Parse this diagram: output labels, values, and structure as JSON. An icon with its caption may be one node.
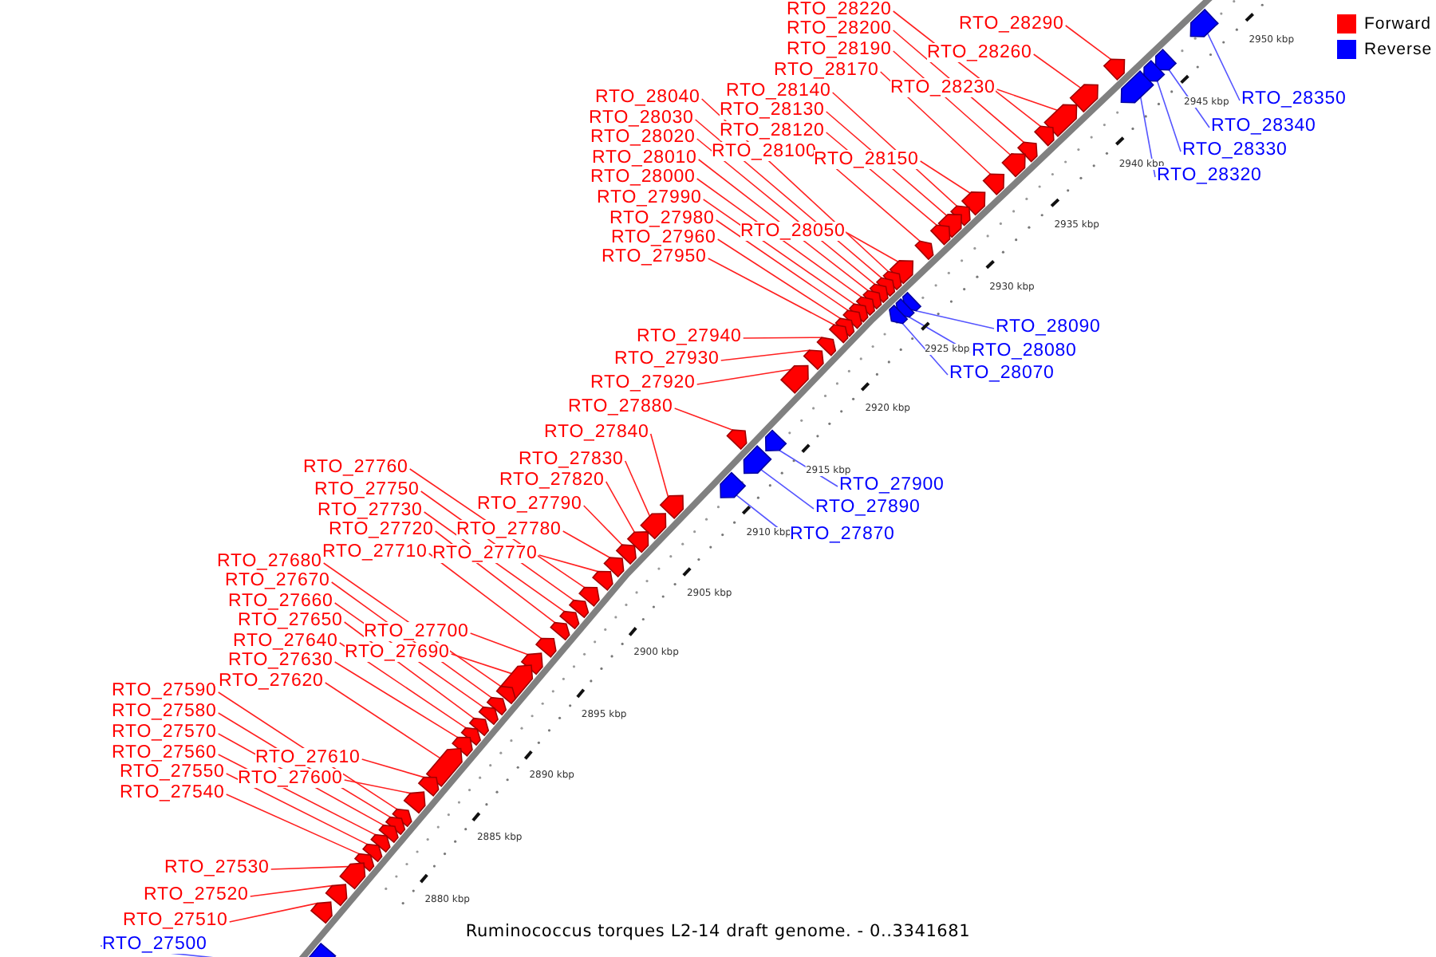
{
  "diagram": {
    "caption": "Ruminococcus torques L2-14 draft genome. - 0..3341681",
    "nodes": [
      {
        "text": [
          "RTO_28220"
        ]
      },
      {
        "text": [
          "RTO_28290"
        ]
      },
      {
        "text": [
          "RTO_28200"
        ]
      },
      {
        "text": [
          "RTO_28190"
        ]
      },
      {
        "text": [
          "RTO_28260"
        ]
      },
      {
        "text": [
          "RTO_28170"
        ]
      },
      {
        "text": [
          "RTO_28230"
        ]
      },
      {
        "text": [
          "RTO_28140"
        ]
      },
      {
        "text": [
          "RTO_28040"
        ]
      },
      {
        "text": [
          "RTO_28350"
        ]
      },
      {
        "text": [
          "RTO_28130"
        ]
      },
      {
        "text": [
          "RTO_28030"
        ]
      },
      {
        "text": [
          "RTO_28340"
        ]
      },
      {
        "text": [
          "RTO_28120"
        ]
      },
      {
        "text": [
          "RTO_28020"
        ]
      },
      {
        "text": [
          "RTO_28330"
        ]
      },
      {
        "text": [
          "RTO_28100"
        ]
      },
      {
        "text": [
          "RTO_28010"
        ]
      },
      {
        "text": [
          "RTO_28150"
        ]
      },
      {
        "text": [
          "RTO_28320"
        ]
      },
      {
        "text": [
          "RTO_28000"
        ]
      },
      {
        "text": [
          "RTO_27990"
        ]
      },
      {
        "text": [
          "RTO_27980"
        ]
      },
      {
        "text": [
          "RTO_28050"
        ]
      },
      {
        "text": [
          "RTO_27960"
        ]
      },
      {
        "text": [
          "RTO_27950"
        ]
      },
      {
        "text": [
          "RTO_28090"
        ]
      },
      {
        "text": [
          "RTO_27940"
        ]
      },
      {
        "text": [
          "RTO_28080"
        ]
      },
      {
        "text": [
          "RTO_27930"
        ]
      },
      {
        "text": [
          "RTO_28070"
        ]
      },
      {
        "text": [
          "RTO_27920"
        ]
      },
      {
        "text": [
          "RTO_27880"
        ]
      },
      {
        "text": [
          "RTO_27840"
        ]
      },
      {
        "text": [
          "RTO_27830"
        ]
      },
      {
        "text": [
          "RTO_27760"
        ]
      },
      {
        "text": [
          "RTO_27820"
        ]
      },
      {
        "text": [
          "RTO_27900"
        ]
      },
      {
        "text": [
          "RTO_27750"
        ]
      },
      {
        "text": [
          "RTO_27790"
        ]
      },
      {
        "text": [
          "RTO_27890"
        ]
      },
      {
        "text": [
          "RTO_27730"
        ]
      },
      {
        "text": [
          "RTO_27780"
        ]
      },
      {
        "text": [
          "RTO_27720"
        ]
      },
      {
        "text": [
          "RTO_27870"
        ]
      },
      {
        "text": [
          "RTO_27710"
        ]
      },
      {
        "text": [
          "RTO_27770"
        ]
      },
      {
        "text": [
          "RTO_27680"
        ]
      },
      {
        "text": [
          "RTO_27670"
        ]
      },
      {
        "text": [
          "RTO_27660"
        ]
      },
      {
        "text": [
          "RTO_27650"
        ]
      },
      {
        "text": [
          "RTO_27700"
        ]
      },
      {
        "text": [
          "RTO_27640"
        ]
      },
      {
        "text": [
          "RTO_27690"
        ]
      },
      {
        "text": [
          "RTO_27630"
        ]
      },
      {
        "text": [
          "RTO_27620"
        ]
      },
      {
        "text": [
          "RTO_27590"
        ]
      },
      {
        "text": [
          "RTO_27580"
        ]
      },
      {
        "text": [
          "RTO_27570"
        ]
      },
      {
        "text": [
          "RTO_27560"
        ]
      },
      {
        "text": [
          "RTO_27610"
        ]
      },
      {
        "text": [
          "RTO_27550"
        ]
      },
      {
        "text": [
          "RTO_27600"
        ]
      },
      {
        "text": [
          "RTO_27540"
        ]
      },
      {
        "text": [
          "RTO_27530"
        ]
      },
      {
        "text": [
          "RTO_27520"
        ]
      },
      {
        "text": [
          "RTO_27510"
        ]
      },
      {
        "text": [
          "RTO_27500"
        ]
      },
      {
        "text": [],
        "shape": "pentagon"
      },
      {
        "text": [],
        "shape": "pentagon"
      },
      {
        "text": [],
        "shape": "pentagon"
      },
      {
        "text": [],
        "shape": "pentagon"
      },
      {
        "text": [],
        "shape": "pentagon"
      },
      {
        "text": [],
        "shape": "pentagon"
      },
      {
        "text": [],
        "shape": "pentagon"
      },
      {
        "text": [],
        "shape": "pentagon"
      },
      {
        "text": [],
        "shape": "pentagon"
      },
      {
        "text": [],
        "shape": "pentagon"
      },
      {
        "text": [],
        "shape": "pentagon"
      },
      {
        "text": [],
        "shape": "pentagon"
      },
      {
        "text": [],
        "shape": "pentagon"
      },
      {
        "text": [],
        "shape": "pentagon"
      },
      {
        "text": [],
        "shape": "pentagon"
      },
      {
        "text": [],
        "shape": "pentagon"
      },
      {
        "text": [],
        "shape": "pentagon"
      },
      {
        "text": [],
        "shape": "pentagon"
      },
      {
        "text": [],
        "shape": "pentagon"
      },
      {
        "text": [],
        "shape": "pentagon"
      },
      {
        "text": [],
        "shape": "pentagon"
      },
      {
        "text": [],
        "shape": "pentagon"
      },
      {
        "text": [],
        "shape": "pentagon"
      },
      {
        "text": [],
        "shape": "pentagon"
      },
      {
        "text": [],
        "shape": "pentagon"
      },
      {
        "text": [],
        "shape": "pentagon"
      },
      {
        "text": [],
        "shape": "pentagon"
      },
      {
        "text": [],
        "shape": "pentagon"
      },
      {
        "text": [],
        "shape": "pentagon"
      },
      {
        "text": [],
        "shape": "pentagon"
      },
      {
        "text": [],
        "shape": "pentagon"
      },
      {
        "text": [],
        "shape": "pentagon"
      },
      {
        "text": [],
        "shape": "pentagon"
      },
      {
        "text": [],
        "shape": "pentagon"
      },
      {
        "text": [],
        "shape": "pentagon"
      },
      {
        "text": [],
        "shape": "pentagon"
      },
      {
        "text": [],
        "shape": "pentagon"
      },
      {
        "text": [],
        "shape": "pentagon"
      },
      {
        "text": [],
        "shape": "pentagon"
      },
      {
        "text": [],
        "shape": "pentagon"
      },
      {
        "text": [],
        "shape": "pentagon"
      },
      {
        "text": [],
        "shape": "pentagon"
      },
      {
        "text": [],
        "shape": "pentagon"
      },
      {
        "text": [],
        "shape": "pentagon"
      },
      {
        "text": [],
        "shape": "pentagon"
      },
      {
        "text": [],
        "shape": "pentagon"
      },
      {
        "text": [],
        "shape": "pentagon"
      },
      {
        "text": [],
        "shape": "pentagon"
      },
      {
        "text": [],
        "shape": "pentagon"
      },
      {
        "text": [],
        "shape": "pentagon"
      },
      {
        "text": [],
        "shape": "pentagon"
      },
      {
        "text": [],
        "shape": "pentagon"
      },
      {
        "text": [],
        "shape": "pentagon"
      },
      {
        "text": [],
        "shape": "pentagon"
      },
      {
        "text": [],
        "shape": "pentagon"
      },
      {
        "text": [],
        "shape": "pentagon"
      },
      {
        "text": [],
        "shape": "pentagon"
      },
      {
        "text": [],
        "shape": "pentagon"
      },
      {
        "text": [],
        "shape": "pentagon"
      },
      {
        "text": [],
        "shape": "pentagon"
      },
      {
        "text": [],
        "shape": "pentagon"
      },
      {
        "text": [],
        "shape": "pentagon"
      },
      {
        "text": [],
        "shape": "pentagon"
      },
      {
        "text": [],
        "shape": "pentagon"
      },
      {
        "text": [],
        "shape": "pentagon"
      },
      {
        "text": [],
        "shape": "pentagon"
      },
      {
        "text": [],
        "shape": "pentagon"
      },
      {
        "text": [],
        "shape": "pentagon"
      }
    ],
    "edges": [
      {
        "from": 0,
        "to": 75,
        "arrow": "none"
      },
      {
        "from": 1,
        "to": 71,
        "arrow": "none"
      },
      {
        "from": 2,
        "to": 76,
        "arrow": "none"
      },
      {
        "from": 3,
        "to": 77,
        "arrow": "none"
      },
      {
        "from": 4,
        "to": 73,
        "arrow": "none"
      },
      {
        "from": 5,
        "to": 78,
        "arrow": "none"
      },
      {
        "from": 6,
        "to": 74,
        "arrow": "none"
      },
      {
        "from": 7,
        "to": 80,
        "arrow": "none"
      },
      {
        "from": 8,
        "to": 85,
        "arrow": "none"
      },
      {
        "from": 9,
        "to": 68,
        "arrow": "none",
        "color": "#5555ff"
      },
      {
        "from": 10,
        "to": 81,
        "arrow": "none"
      },
      {
        "from": 11,
        "to": 87,
        "arrow": "none"
      },
      {
        "from": 12,
        "to": 69,
        "arrow": "none",
        "color": "#5555ff"
      },
      {
        "from": 13,
        "to": 82,
        "arrow": "none"
      },
      {
        "from": 14,
        "to": 89,
        "arrow": "none"
      },
      {
        "from": 15,
        "to": 70,
        "arrow": "none",
        "color": "#5555ff"
      },
      {
        "from": 16,
        "to": 83,
        "arrow": "none"
      },
      {
        "from": 17,
        "to": 91,
        "arrow": "none"
      },
      {
        "from": 18,
        "to": 79,
        "arrow": "none"
      },
      {
        "from": 19,
        "to": 72,
        "arrow": "none",
        "color": "#5555ff"
      },
      {
        "from": 20,
        "to": 92,
        "arrow": "none"
      },
      {
        "from": 21,
        "to": 93,
        "arrow": "none"
      },
      {
        "from": 22,
        "to": 94,
        "arrow": "none"
      },
      {
        "from": 23,
        "to": 84,
        "arrow": "none"
      },
      {
        "from": 24,
        "to": 95,
        "arrow": "none"
      },
      {
        "from": 25,
        "to": 96,
        "arrow": "none"
      },
      {
        "from": 26,
        "to": 86,
        "arrow": "none",
        "color": "#5555ff"
      },
      {
        "from": 27,
        "to": 97,
        "arrow": "none"
      },
      {
        "from": 28,
        "to": 88,
        "arrow": "none",
        "color": "#5555ff"
      },
      {
        "from": 29,
        "to": 98,
        "arrow": "none"
      },
      {
        "from": 30,
        "to": 90,
        "arrow": "none",
        "color": "#5555ff"
      },
      {
        "from": 31,
        "to": 99,
        "arrow": "none"
      },
      {
        "from": 32,
        "to": 101,
        "arrow": "none"
      },
      {
        "from": 33,
        "to": 104,
        "arrow": "none"
      },
      {
        "from": 34,
        "to": 105,
        "arrow": "none"
      },
      {
        "from": 35,
        "to": 110,
        "arrow": "none"
      },
      {
        "from": 36,
        "to": 106,
        "arrow": "none"
      },
      {
        "from": 37,
        "to": 100,
        "arrow": "none",
        "color": "#5555ff"
      },
      {
        "from": 38,
        "to": 111,
        "arrow": "none"
      },
      {
        "from": 39,
        "to": 107,
        "arrow": "none"
      },
      {
        "from": 40,
        "to": 102,
        "arrow": "none",
        "color": "#5555ff"
      },
      {
        "from": 41,
        "to": 112,
        "arrow": "none"
      },
      {
        "from": 42,
        "to": 108,
        "arrow": "none"
      },
      {
        "from": 43,
        "to": 113,
        "arrow": "none"
      },
      {
        "from": 44,
        "to": 103,
        "arrow": "none",
        "color": "#5555ff"
      },
      {
        "from": 45,
        "to": 114,
        "arrow": "none"
      },
      {
        "from": 46,
        "to": 109,
        "arrow": "none"
      },
      {
        "from": 47,
        "to": 117,
        "arrow": "none"
      },
      {
        "from": 48,
        "to": 118,
        "arrow": "none"
      },
      {
        "from": 49,
        "to": 119,
        "arrow": "none"
      },
      {
        "from": 50,
        "to": 120,
        "arrow": "none"
      },
      {
        "from": 51,
        "to": 115,
        "arrow": "none"
      },
      {
        "from": 52,
        "to": 121,
        "arrow": "none"
      },
      {
        "from": 53,
        "to": 116,
        "arrow": "none"
      },
      {
        "from": 54,
        "to": 122,
        "arrow": "none"
      },
      {
        "from": 55,
        "to": 123,
        "arrow": "none"
      },
      {
        "from": 56,
        "to": 126,
        "arrow": "none"
      },
      {
        "from": 57,
        "to": 127,
        "arrow": "none"
      },
      {
        "from": 58,
        "to": 128,
        "arrow": "none"
      },
      {
        "from": 59,
        "to": 129,
        "arrow": "none"
      },
      {
        "from": 60,
        "to": 124,
        "arrow": "none"
      },
      {
        "from": 61,
        "to": 130,
        "arrow": "none"
      },
      {
        "from": 62,
        "to": 125,
        "arrow": "none"
      },
      {
        "from": 63,
        "to": 131,
        "arrow": "none"
      },
      {
        "from": 64,
        "to": 132,
        "arrow": "none"
      },
      {
        "from": 65,
        "to": 133,
        "arrow": "none"
      },
      {
        "from": 66,
        "to": 134,
        "arrow": "none"
      },
      {
        "from": 67,
        "to": 135,
        "arrow": "none",
        "color": "#5555ff"
      }
    ],
    "labels": [
      "2950 kbp",
      "2945 kbp",
      "2940 kbp",
      "2935 kbp",
      "2930 kbp",
      "2925 kbp",
      "2920 kbp",
      "2915 kbp",
      "2910 kbp",
      "2905 kbp",
      "2900 kbp",
      "2895 kbp",
      "2890 kbp",
      "2885 kbp",
      "2880 kbp"
    ],
    "legend": [
      {
        "text": "Forward",
        "color": "#ff0000"
      },
      {
        "text": "Reverse",
        "color": "#0000ff"
      }
    ]
  }
}
